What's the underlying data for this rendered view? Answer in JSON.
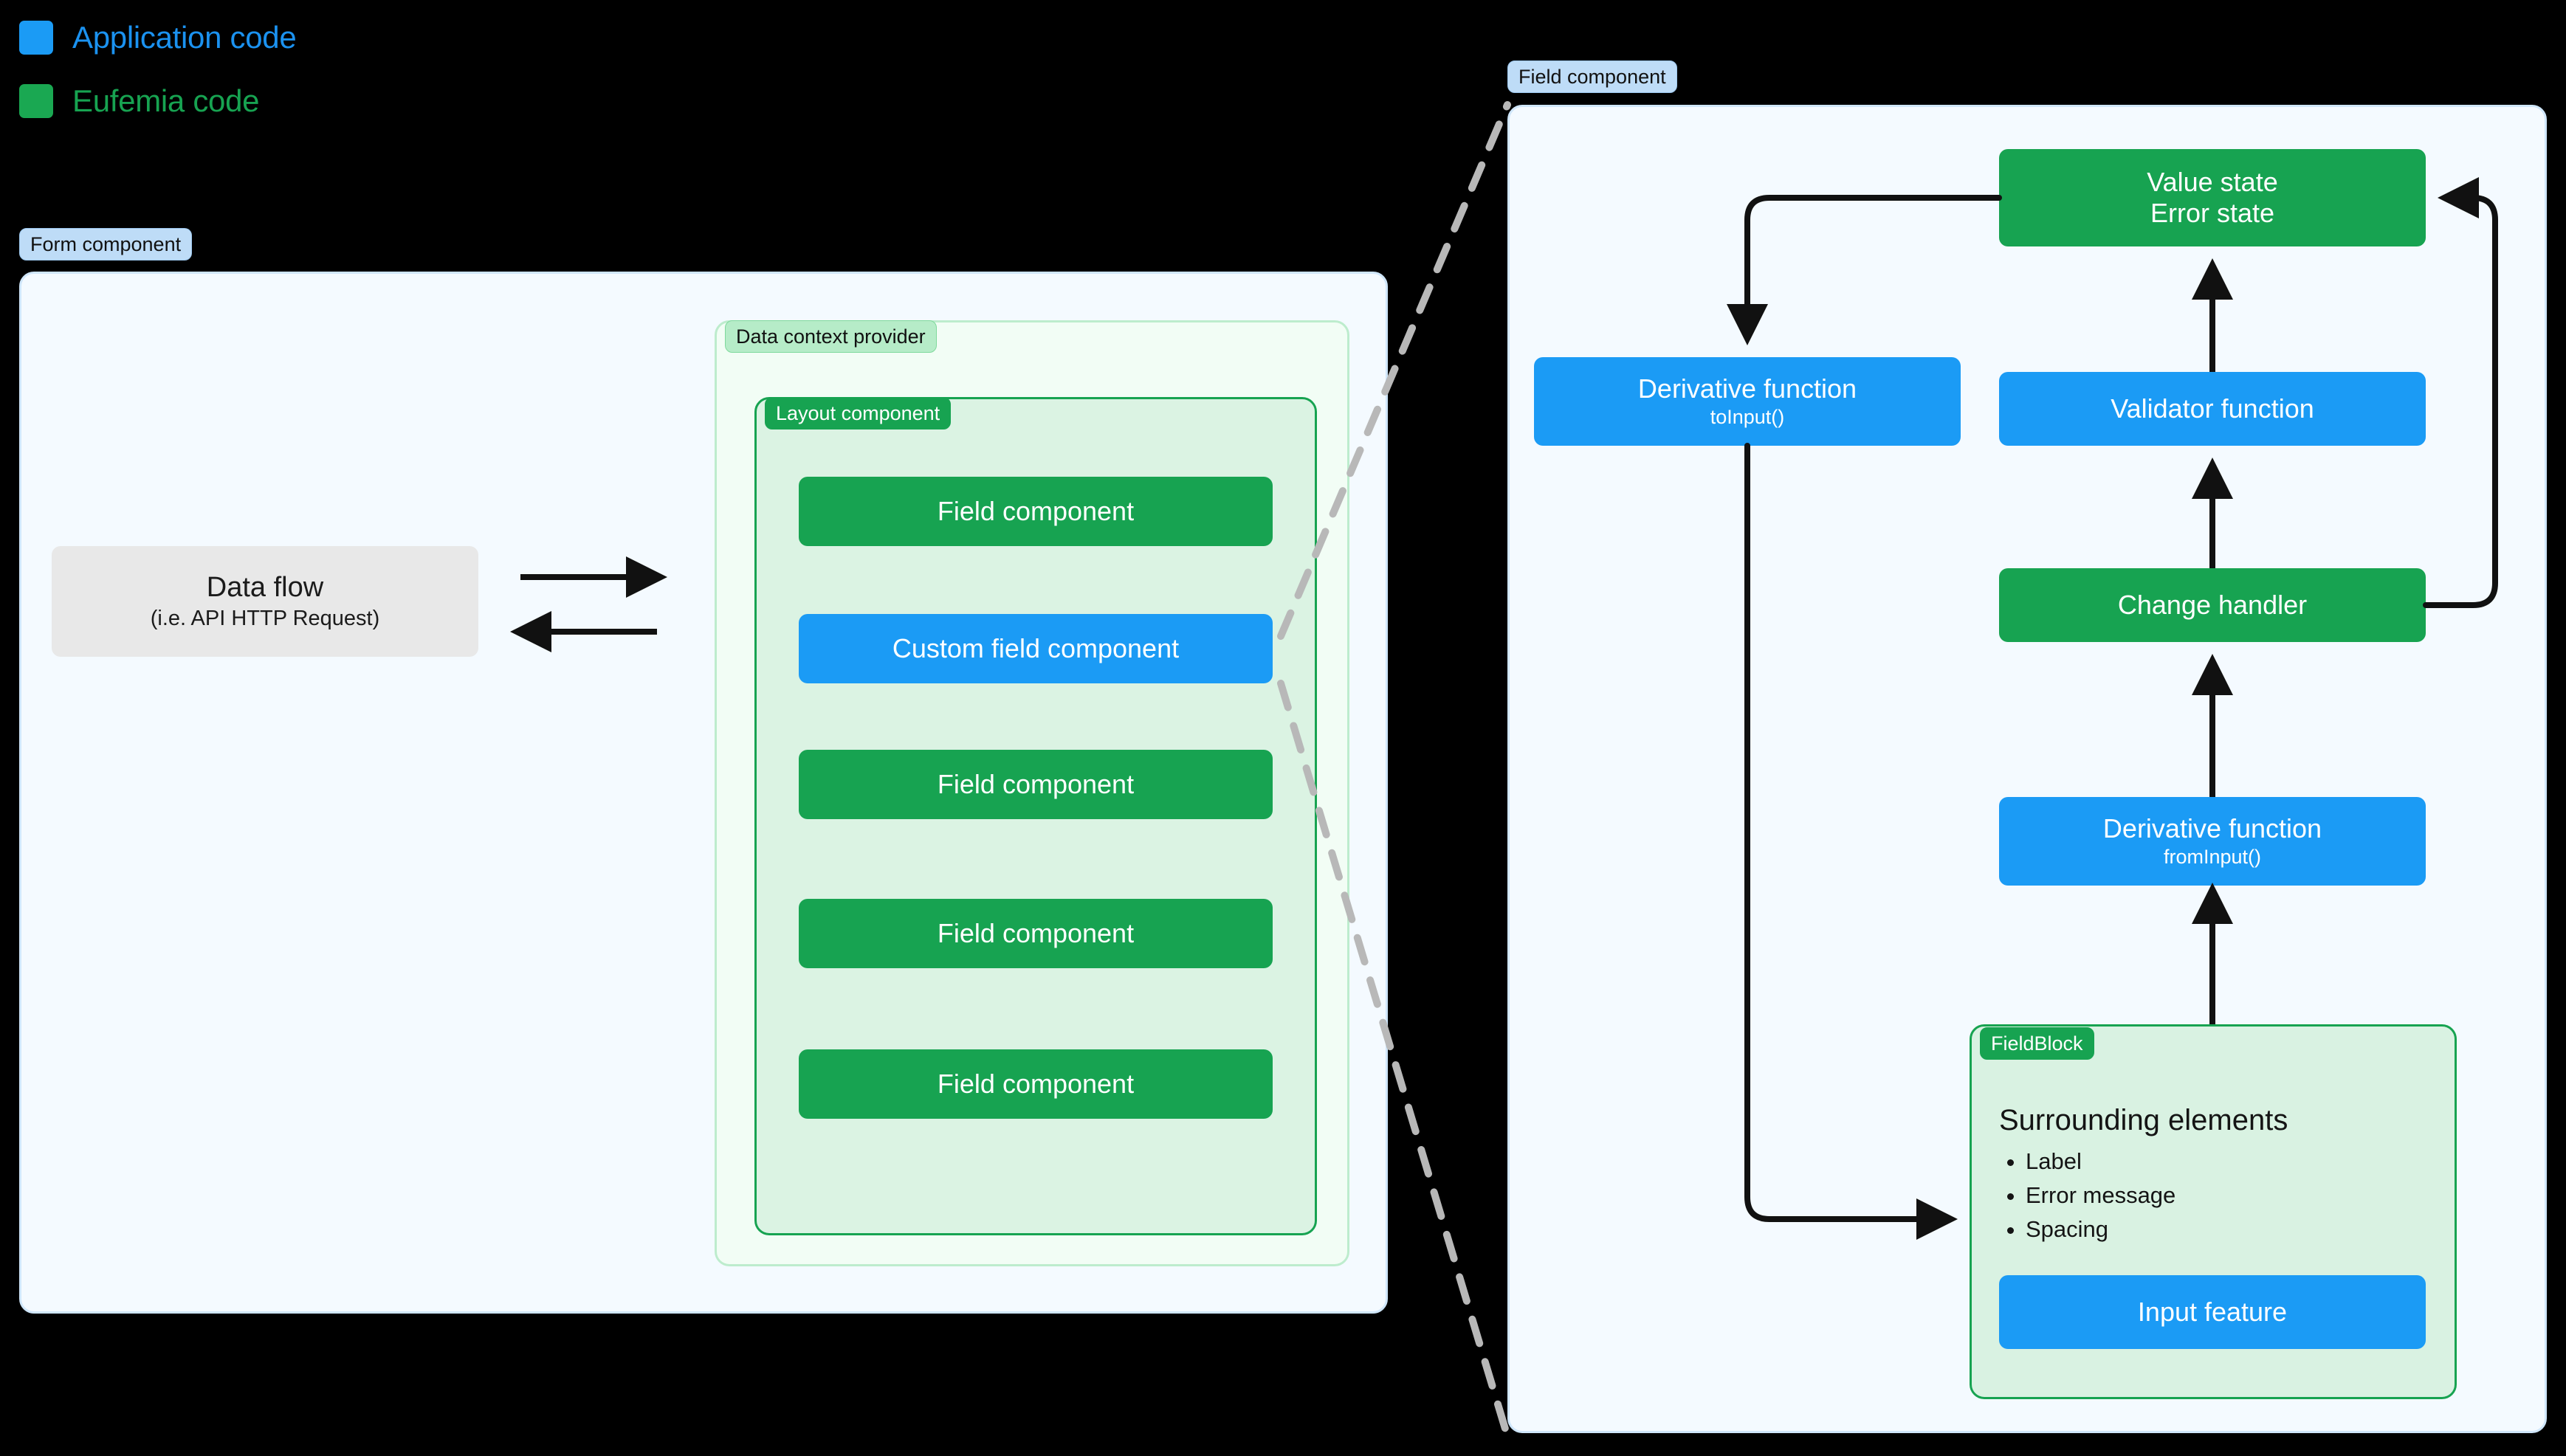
{
  "legend": {
    "items": [
      {
        "label": "Application code",
        "color": "#1b9bf5",
        "swatch": "application-code-swatch"
      },
      {
        "label": "Eufemia code",
        "color": "#17a351",
        "swatch": "eufemia-code-swatch"
      }
    ]
  },
  "left_panel": {
    "badge": "Form component",
    "data_flow": {
      "title": "Data flow",
      "subtitle": "(i.e. API HTTP Request)"
    },
    "data_context": {
      "badge": "Data context provider"
    },
    "layout": {
      "badge": "Layout component"
    },
    "fields": [
      {
        "label": "Field component",
        "kind": "eufemia"
      },
      {
        "label": "Custom field component",
        "kind": "application"
      },
      {
        "label": "Field component",
        "kind": "eufemia"
      },
      {
        "label": "Field component",
        "kind": "eufemia"
      },
      {
        "label": "Field component",
        "kind": "eufemia"
      }
    ]
  },
  "right_panel": {
    "badge": "Field component",
    "value_state": {
      "line1": "Value state",
      "line2": "Error state"
    },
    "derivative_to_input": {
      "title": "Derivative function",
      "subtitle": "toInput()"
    },
    "validator": {
      "title": "Validator function"
    },
    "change_handler": {
      "title": "Change handler"
    },
    "derivative_from_input": {
      "title": "Derivative function",
      "subtitle": "fromInput()"
    },
    "field_block": {
      "badge": "FieldBlock",
      "heading": "Surrounding elements",
      "items": [
        "Label",
        "Error message",
        "Spacing"
      ],
      "input_feature": "Input feature"
    }
  },
  "colors": {
    "background": "#000000",
    "application_code": "#1b9bf5",
    "eufemia_code": "#17a351",
    "panel_blue_fill": "#f4faff",
    "panel_blue_border": "#cfe6fa",
    "panel_green_fill": "#f2fdf5",
    "panel_green_border": "#bdeccd",
    "layout_fill": "#dbf3e3",
    "badge_blue": "#bedcf7",
    "badge_green": "#b6ecc8",
    "data_flow_fill": "#e8e8e8",
    "connector": "#111111",
    "dashed_connector": "#b8b8b8"
  }
}
